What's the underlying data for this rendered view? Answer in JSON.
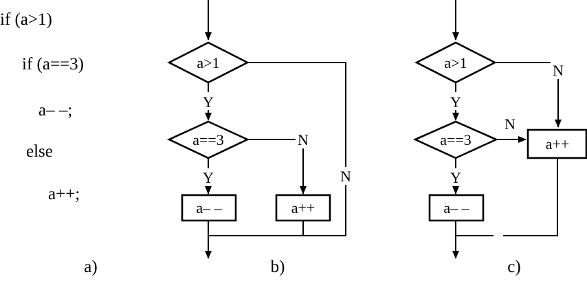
{
  "code_listing": {
    "lines": [
      "if  (a>1)",
      "if  (a==3)",
      "a– –;",
      "else",
      "a++;"
    ]
  },
  "diagram_b": {
    "cond_outer": "a>1",
    "cond_inner": "a==3",
    "action_dec": "a– –",
    "action_inc": "a++",
    "yes_outer": "Y",
    "yes_inner": "Y",
    "no_inner": "N",
    "no_outer": "N"
  },
  "diagram_c": {
    "cond_outer": "a>1",
    "cond_inner": "a==3",
    "action_dec": "a– –",
    "action_inc": "a++",
    "yes_outer": "Y",
    "yes_inner": "Y",
    "no_outer": "N",
    "no_inner": "N"
  },
  "captions": {
    "a": "a)",
    "b": "b)",
    "c": "c)"
  }
}
